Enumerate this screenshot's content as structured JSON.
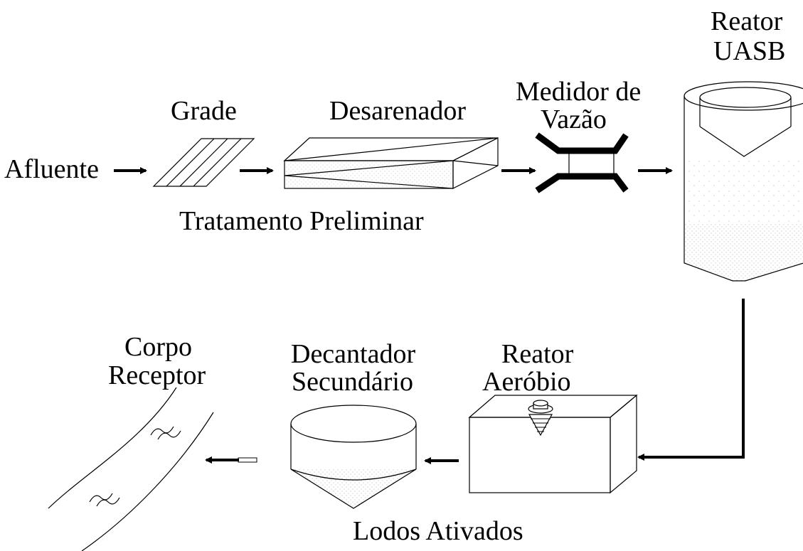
{
  "labels": {
    "afluente": "Afluente",
    "grade": "Grade",
    "desarenador": "Desarenador",
    "medidor_line1": "Medidor de",
    "medidor_line2": "Vazão",
    "reator_uasb_line1": "Reator",
    "reator_uasb_line2": "UASB",
    "tratamento_preliminar": "Tratamento Preliminar",
    "corpo_receptor_line1": "Corpo",
    "corpo_receptor_line2": "Receptor",
    "decantador_line1": "Decantador",
    "decantador_line2": "Secundário",
    "reator_aerobio_line1": "Reator",
    "reator_aerobio_line2": "Aeróbio",
    "lodos_ativados": "Lodos Ativados"
  },
  "colors": {
    "ink": "#000000",
    "background": "#ffffff",
    "stipple": "#9a9a9a"
  }
}
